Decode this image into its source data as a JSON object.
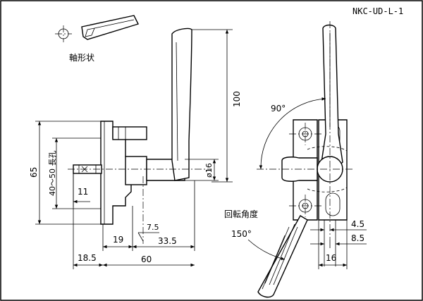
{
  "drawing": {
    "part_number": "NKC-UD-L-1",
    "shaft_shape_label": "軸形状",
    "rotation_angle_label": "回転角度",
    "angle_up": "90°",
    "angle_down": "150°",
    "dims": {
      "total_height": "65",
      "long_hole": "40～50 長孔",
      "shaft_width": "11",
      "handle_length": "100",
      "shaft_dia": "ø16",
      "d_19": "19",
      "d_7_5": "7.5",
      "d_33_5": "33.5",
      "d_18_5": "18.5",
      "d_60": "60",
      "d_4_5": "4.5",
      "d_8_5": "8.5",
      "d_16": "16"
    }
  },
  "colors": {
    "line": "#000000",
    "background": "#ffffff"
  }
}
